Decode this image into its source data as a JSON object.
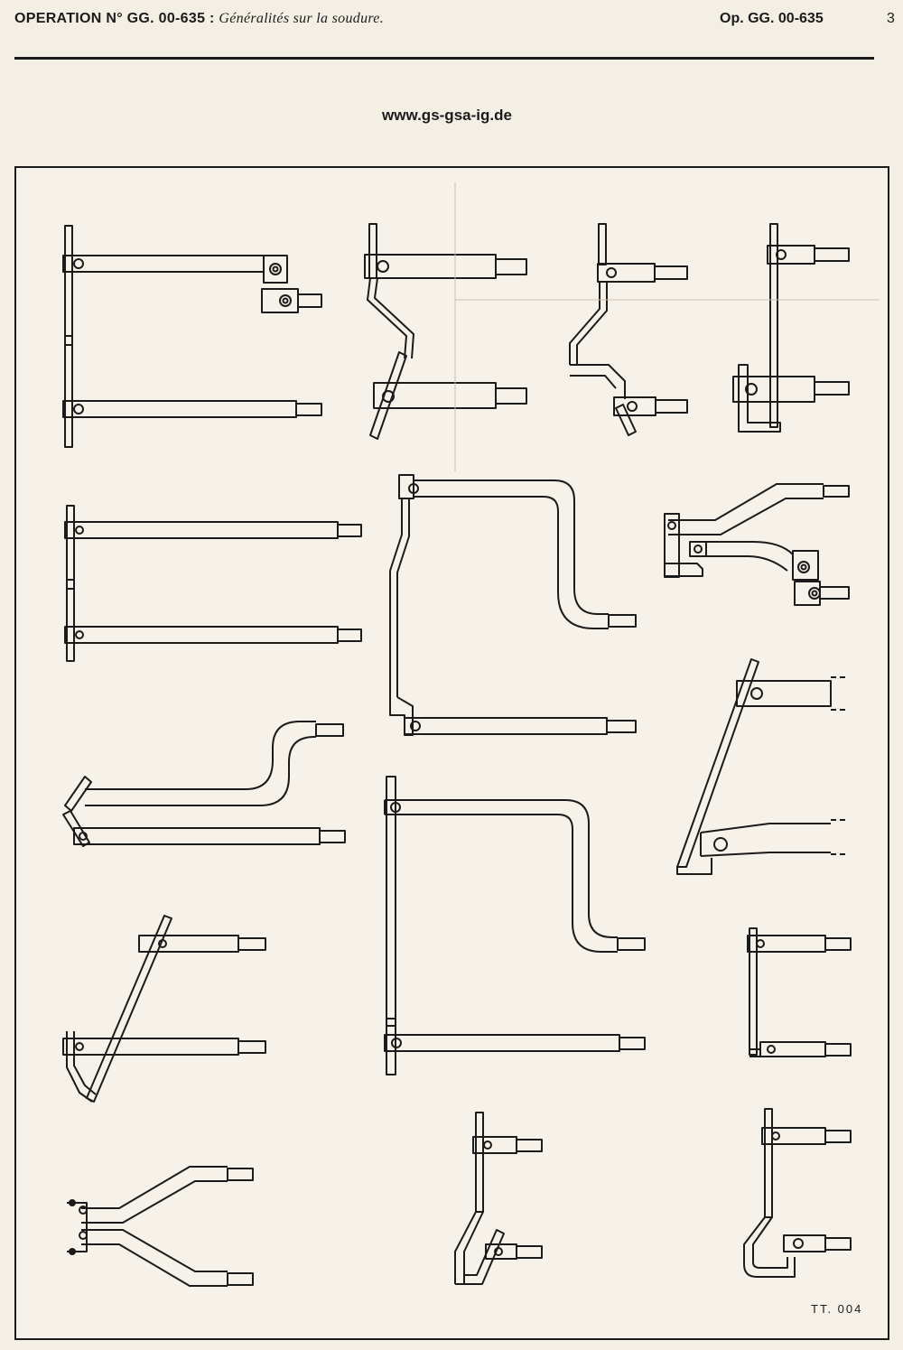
{
  "header": {
    "operation_label": "OPERATION N° GG. 00-635 :",
    "operation_subtitle": "Généralités sur la soudure.",
    "right_ref": "Op. GG. 00-635",
    "page_number": "3"
  },
  "website": "www.gs-gsa-ig.de",
  "figure": {
    "reference": "TT. 004",
    "items": [
      "welding-arm-set-1",
      "welding-arm-set-2",
      "welding-arm-set-3",
      "welding-arm-set-4",
      "welding-arm-set-5",
      "welding-arm-set-6",
      "welding-arm-set-7",
      "welding-arm-set-8",
      "welding-arm-set-9",
      "welding-arm-set-10",
      "welding-arm-set-11",
      "welding-arm-set-12",
      "welding-arm-set-13",
      "welding-arm-set-14",
      "welding-arm-set-15",
      "welding-arm-set-16",
      "welding-arm-set-17"
    ]
  },
  "colors": {
    "ink": "#1b1b1b",
    "paper": "#f4efe4"
  }
}
